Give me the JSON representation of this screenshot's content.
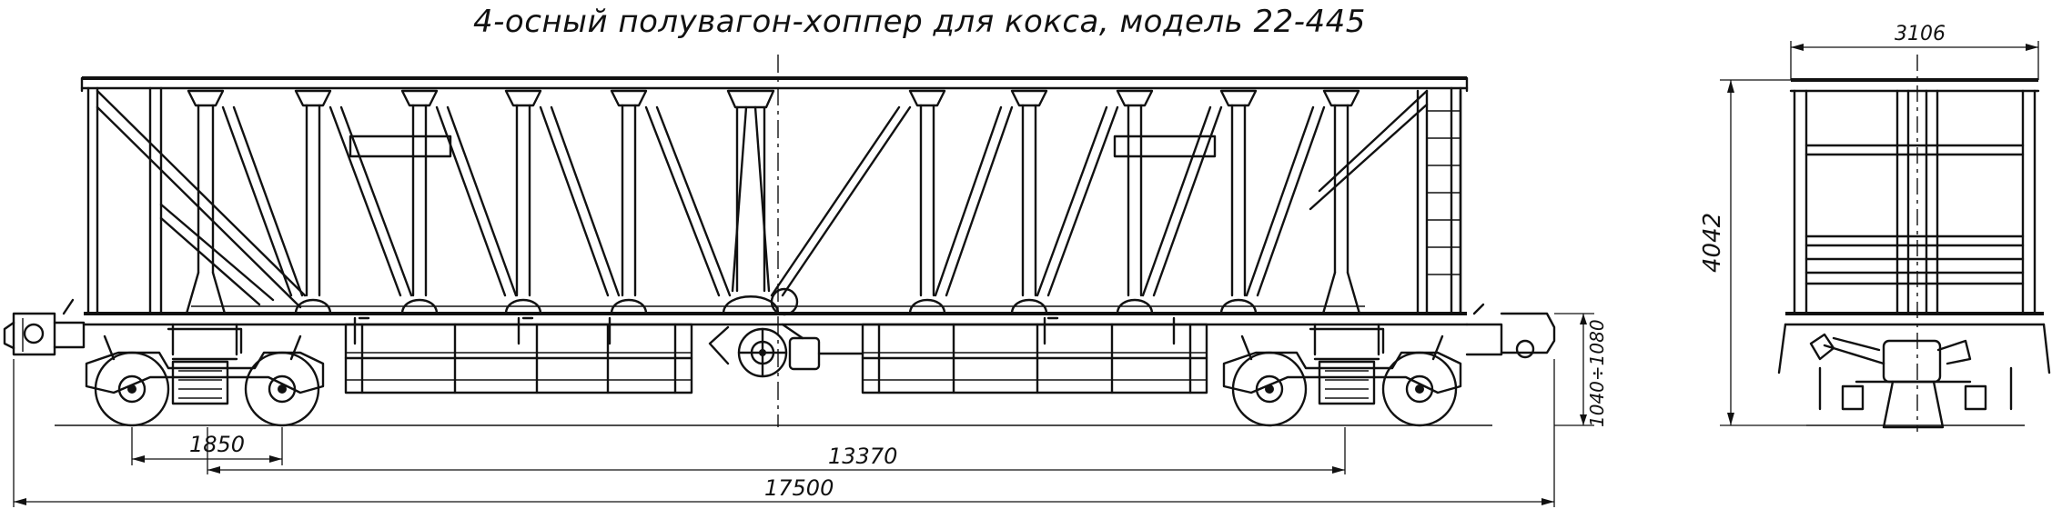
{
  "title": "4-осный  полувагон-хоппер для кокса, модель 22-445",
  "dimensions": {
    "bogie_base": "1850",
    "bogie_centers": "13370",
    "overall_length": "17500",
    "height": "4042",
    "width": "3106",
    "coupler_height": "1040÷1080"
  }
}
